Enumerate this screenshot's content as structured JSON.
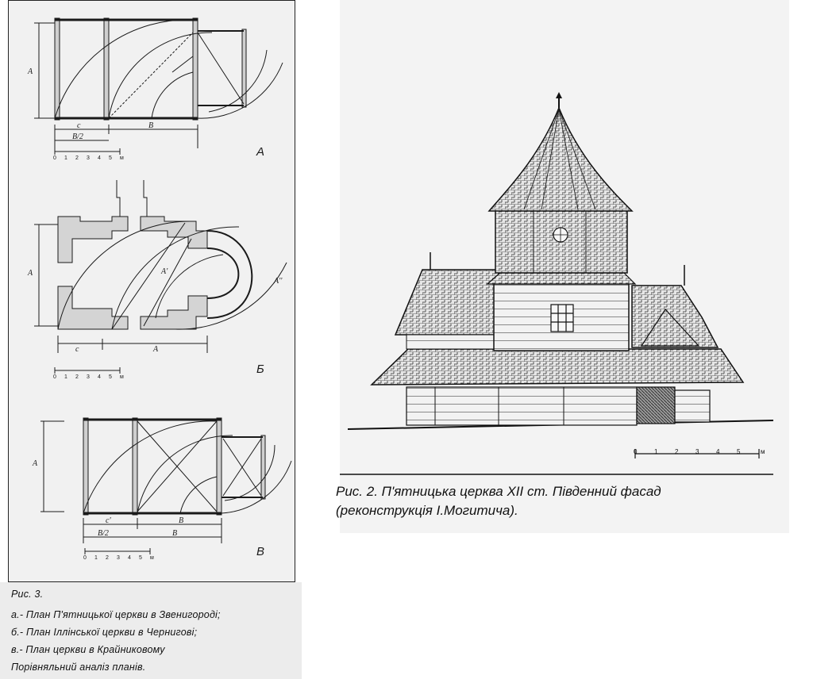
{
  "figure3": {
    "plans": [
      {
        "letter": "А",
        "labels": {
          "dim_a": "A",
          "dim_c": "c",
          "dim_b": "B",
          "dim_half": "B/2"
        }
      },
      {
        "letter": "Б",
        "labels": {
          "dim_a": "A",
          "dim_c": "c",
          "dim_b": "A",
          "dim_a1": "A'",
          "dim_a2": "A''"
        }
      },
      {
        "letter": "В",
        "labels": {
          "dim_a": "A",
          "dim_c": "c'",
          "dim_b": "B",
          "dim_half": "B/2",
          "dim_b2": "B"
        }
      }
    ],
    "scale": {
      "ticks": [
        "0",
        "1",
        "2",
        "3",
        "4",
        "5"
      ],
      "unit": "м"
    },
    "caption": {
      "title": "Рис. 3.",
      "line_a": "а.- План П'ятницької церкви в Звенигороді;",
      "line_b": "б.- План Іллінської церкви в Чернигові;",
      "line_c": "в.- План церкви в Крайниковому",
      "line_d": "Порівняльний аналіз планів."
    }
  },
  "figure2": {
    "scale": {
      "ticks": [
        "0",
        "1",
        "2",
        "3",
        "4",
        "5"
      ],
      "unit": "м"
    },
    "caption_line1": "Рис. 2. П'ятницька церква XII ст. Південний фасад",
    "caption_line2": "(реконструкція І.Могитича)."
  }
}
